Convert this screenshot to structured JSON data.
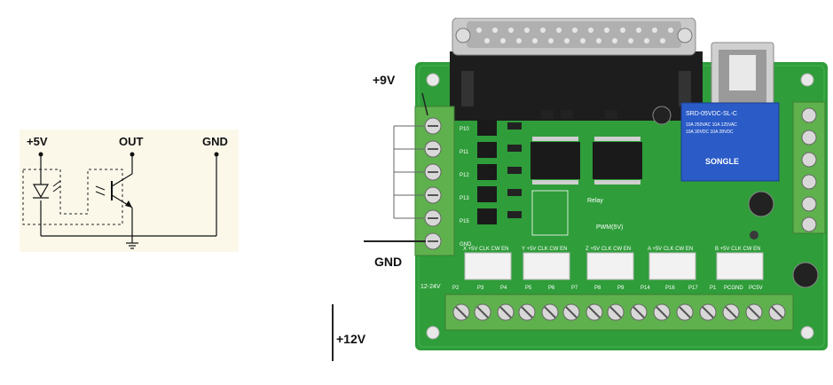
{
  "schematic": {
    "supply_label": "+5V",
    "output_label": "OUT",
    "ground_label": "GND"
  },
  "board": {
    "input_voltage_label": "+9V",
    "ground_label": "GND",
    "supply_label": "+12V",
    "relay_text": "SRD-05VDC-SL-C",
    "relay_brand": "SONGLE",
    "relay_ratings": [
      "10A 250VAC 10A 125VAC",
      "10A 30VDC 10A 28VDC"
    ],
    "relay_silk": "Relay",
    "pwm_silk": "PWM(5V)",
    "power_silk": "12-24V",
    "connector_headers": [
      "X +5V CLK CW EN",
      "Y +5V CLK CW EN",
      "Z +5V CLK CW EN",
      "A +5V CLK CW EN",
      "B +5V CLK CW EN"
    ],
    "bottom_pin_labels": [
      "P2",
      "P3",
      "P4",
      "P5",
      "P6",
      "P7",
      "P8",
      "P9",
      "P14",
      "P16",
      "P17",
      "P1",
      "PCGND",
      "PC5V"
    ],
    "left_pin_labels": [
      "P10",
      "P11",
      "P12",
      "P13",
      "P15",
      "GND"
    ]
  }
}
